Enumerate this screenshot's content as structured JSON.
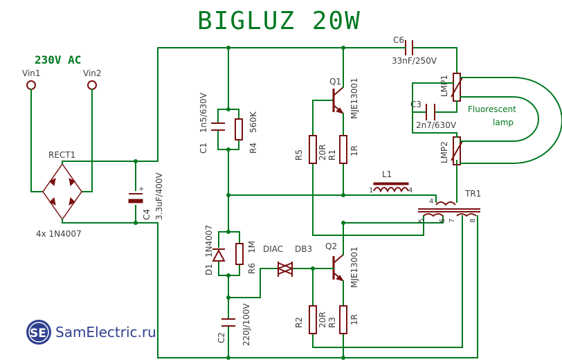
{
  "title": "BIGLUZ 20W",
  "supply_label": "230V AC",
  "terminals": {
    "vin1": "Vin1",
    "vin2": "Vin2"
  },
  "rectifier": {
    "name": "RECT1",
    "value": "4x 1N4007"
  },
  "components": {
    "c1": {
      "name": "C1",
      "value": "1n5/630V"
    },
    "r4": {
      "name": "R4",
      "value": "560K"
    },
    "c4": {
      "name": "C4",
      "value": "3.3uF/400V"
    },
    "d1": {
      "name": "D1",
      "value": "1N4007"
    },
    "r6": {
      "name": "R6",
      "value": "1M"
    },
    "c2": {
      "name": "C2",
      "value": "220J/100V"
    },
    "diac": {
      "name": "DIAC",
      "value": "DB3"
    },
    "q1": {
      "name": "Q1",
      "value": "MJE13001"
    },
    "q2": {
      "name": "Q2",
      "value": "MJE13001"
    },
    "r5": {
      "name": "R5",
      "value": "20R"
    },
    "r1": {
      "name": "R1",
      "value": "1R"
    },
    "r2": {
      "name": "R2",
      "value": "20R"
    },
    "r3": {
      "name": "R3",
      "value": "1R"
    },
    "l1": {
      "name": "L1",
      "pin1": "1",
      "pin4": "4"
    },
    "tr1": {
      "name": "TR1",
      "pins": [
        "4",
        "5",
        "6",
        "7",
        "8"
      ]
    },
    "c6": {
      "name": "C6",
      "value": "33nF/250V"
    },
    "c3": {
      "name": "C3",
      "value": "2n7/630V"
    },
    "lmp1": {
      "name": "LMP1"
    },
    "lmp2": {
      "name": "LMP2"
    }
  },
  "lamp_label": {
    "line1": "Fluorescent",
    "line2": "lamp"
  },
  "logo": {
    "badge": "SE",
    "text": "SamElectric.ru"
  },
  "colors": {
    "wire": "#00781f",
    "component": "#7a0f0f",
    "text": "#3c3c3c",
    "logo": "#2f3f8f"
  }
}
